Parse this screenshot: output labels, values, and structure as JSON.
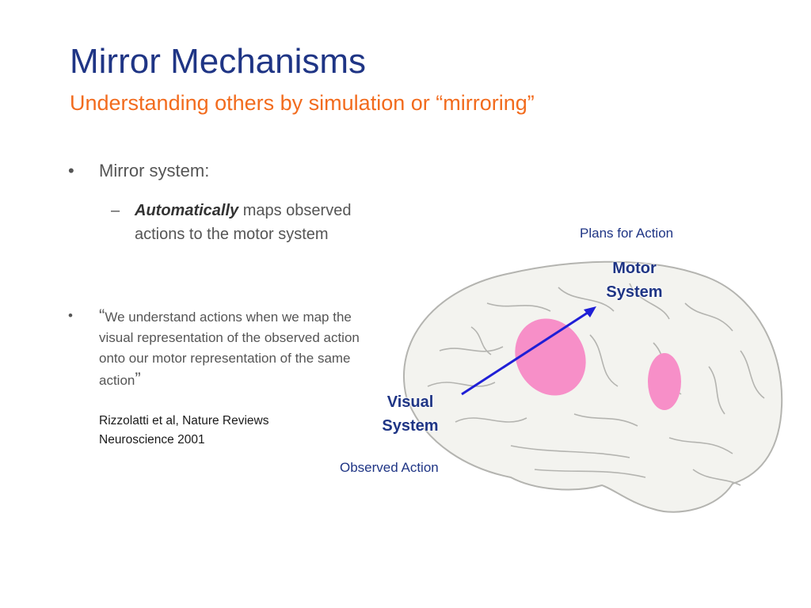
{
  "slide": {
    "title": "Mirror Mechanisms",
    "subtitle": "Understanding others by simulation or “mirroring”"
  },
  "bullets": {
    "b1_mark": "•",
    "b1_text": "Mirror system:",
    "sub_mark": "–",
    "sub_emph": "Automatically",
    "sub_rest": " maps observed actions to the motor system",
    "b2_mark": "•",
    "b2_open_quote": "“",
    "b2_text": "We understand actions when we map the visual representation of the observed action onto our motor representation of the same action",
    "b2_close_quote": "”",
    "citation": "Rizzolatti et al, Nature Reviews Neuroscience 2001"
  },
  "diagram": {
    "plans_label": "Plans for Action",
    "motor_label": "Motor System",
    "visual_label": "Visual System",
    "observed_label": "Observed Action",
    "colors": {
      "arrow": "#1f1fd6",
      "regions": "#f78fc8",
      "brain_fill": "#f3f3ef",
      "brain_stroke": "#b4b4b0"
    }
  }
}
